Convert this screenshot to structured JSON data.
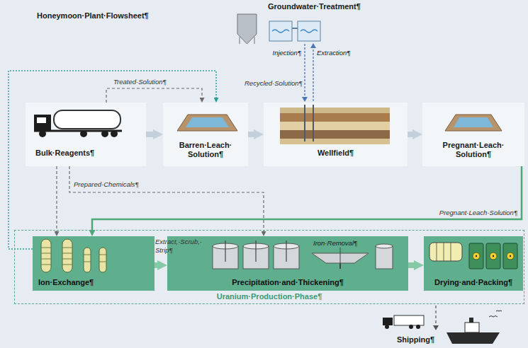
{
  "diagram": {
    "title": "Honeymoon·Plant·Flowsheet¶",
    "nodes": [
      {
        "text": [
          "Bulk·Reagents¶"
        ]
      },
      {
        "text": [
          "Barren·Leach· Solution¶"
        ]
      },
      {
        "text": [
          "Wellfield¶"
        ]
      },
      {
        "text": [
          "Pregnant·Leach· Solution¶"
        ]
      },
      {
        "text": [
          "Uranium·Production·Phase¶"
        ]
      },
      {
        "text": [
          "Ion·Exchange¶"
        ],
        "in": 4
      },
      {
        "text": [
          "Precipitation·and·Thickening¶"
        ],
        "in": 4
      },
      {
        "text": [
          "Drying·and·Packing¶"
        ],
        "in": 4
      }
    ],
    "edges": [
      {
        "from": 0,
        "to": 1,
        "arrow": "to"
      },
      {
        "from": 0,
        "to": 1,
        "label": "Treated·Solution¶",
        "arrow": "to"
      },
      {
        "from": 1,
        "to": 2,
        "label": "Recycled·Solution¶",
        "arrow": "to"
      },
      {
        "from": 2,
        "to": 3,
        "arrow": "to"
      },
      {
        "from": 3,
        "to": 5,
        "label": "Pregnant·Leach·Solution¶",
        "arrow": "to"
      },
      {
        "from": 5,
        "to": 1,
        "arrow": "to"
      },
      {
        "from": 0,
        "to": 5,
        "label": "Prepared·Chemicals¶",
        "arrow": "to"
      },
      {
        "from": 0,
        "to": 6,
        "arrow": "to"
      },
      {
        "from": 5,
        "to": 6,
        "label": "Extract,·Scrub,· Strip¶",
        "arrow": "to"
      },
      {
        "from": 6,
        "to": 7,
        "arrow": "to"
      }
    ],
    "labels": [
      "Groundwater·Treatment¶",
      "Injection¶",
      "Extraction¶",
      "Iron·Removal¶",
      "Shipping¶"
    ]
  }
}
